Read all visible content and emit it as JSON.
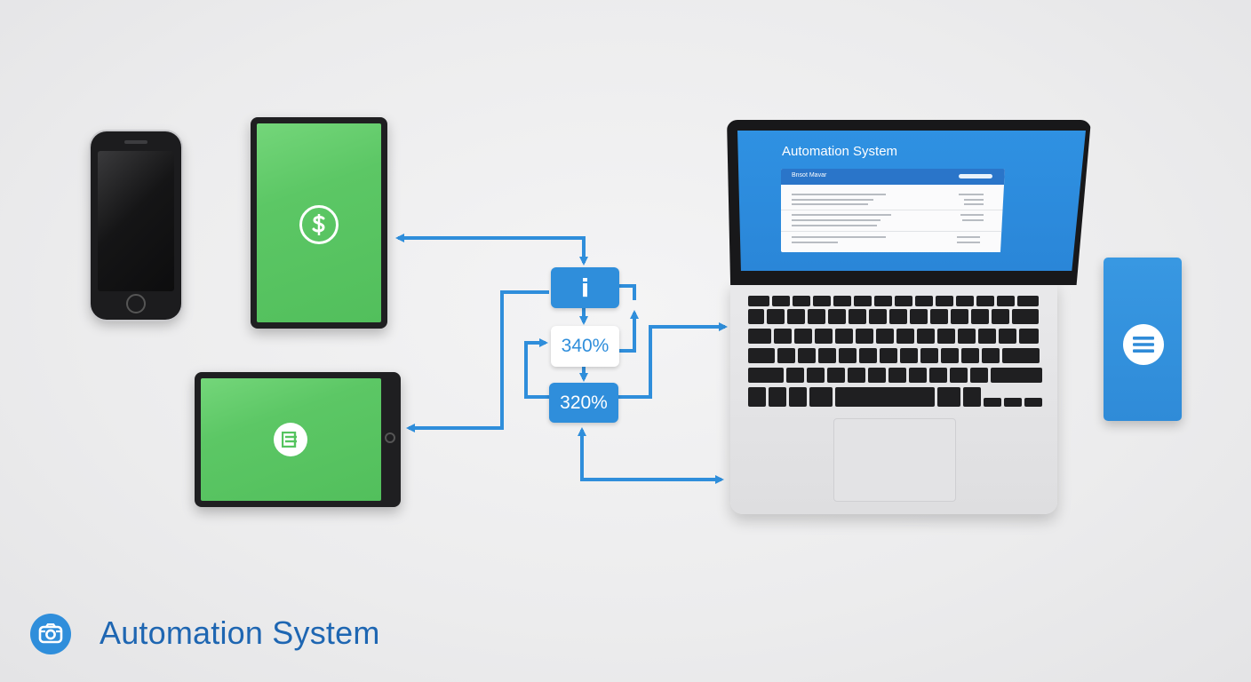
{
  "diagram": {
    "title": "Automation System",
    "flow_boxes": {
      "info_glyph": "i",
      "box_middle": "340%",
      "box_bottom": "320%"
    },
    "laptop": {
      "screen_title": "Automation System",
      "window_title": "Bnsot Mavar"
    },
    "icons": {
      "portrait_tablet": "dollar-icon",
      "landscape_tablet": "document-icon",
      "side_device": "menu-icon",
      "footer": "camera-icon"
    },
    "colors": {
      "accent_blue": "#2f8edb",
      "arrow_blue": "#2f8edb",
      "screen_green": "#5cc765",
      "title_blue": "#1e66b2"
    }
  }
}
